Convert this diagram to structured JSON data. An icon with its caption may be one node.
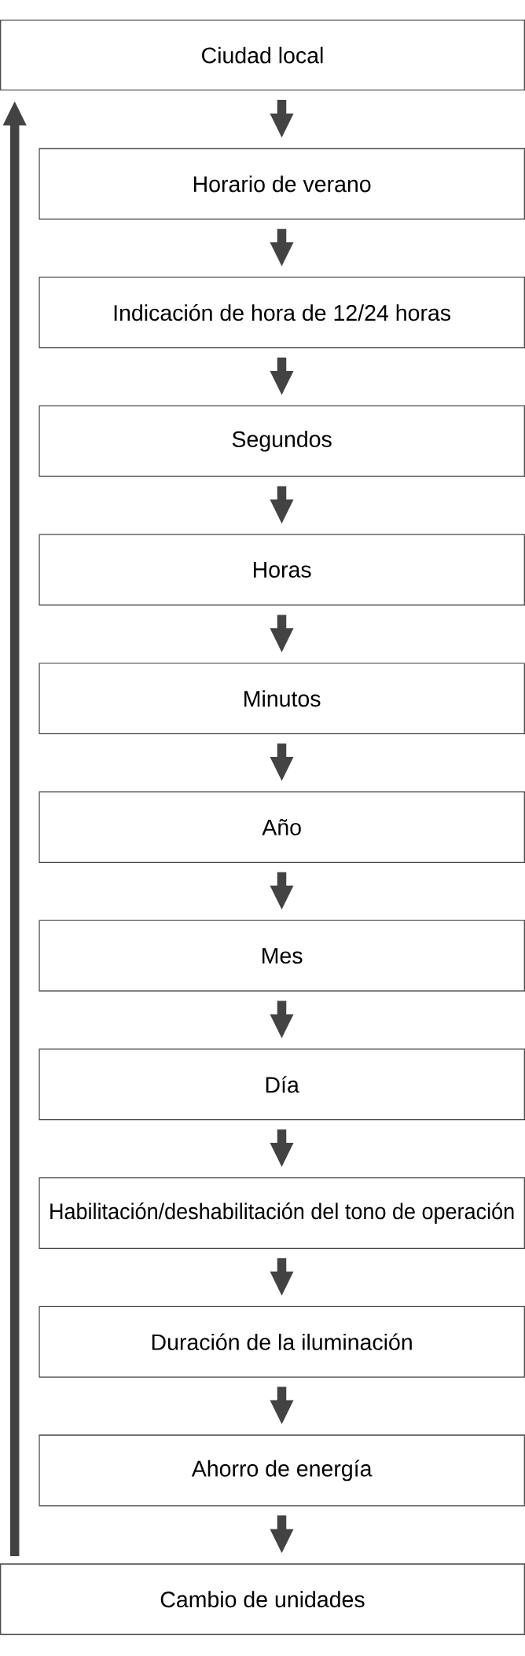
{
  "diagram": {
    "nodes": [
      {
        "text": [
          "Ciudad local"
        ]
      },
      {
        "text": [
          "Horario de verano"
        ]
      },
      {
        "text": [
          "Indicación de hora de 12/24 horas"
        ]
      },
      {
        "text": [
          "Segundos"
        ]
      },
      {
        "text": [
          "Horas"
        ]
      },
      {
        "text": [
          "Minutos"
        ]
      },
      {
        "text": [
          "Año"
        ]
      },
      {
        "text": [
          "Mes"
        ]
      },
      {
        "text": [
          "Día"
        ]
      },
      {
        "text": [
          "Habilitación/deshabilitación del tono de operación"
        ]
      },
      {
        "text": [
          "Duración de la iluminación"
        ]
      },
      {
        "text": [
          "Ahorro de energía"
        ]
      },
      {
        "text": [
          "Cambio de unidades"
        ]
      }
    ],
    "edges": [
      {
        "from": 0,
        "to": 1,
        "arrow": "to"
      },
      {
        "from": 1,
        "to": 2,
        "arrow": "to"
      },
      {
        "from": 2,
        "to": 3,
        "arrow": "to"
      },
      {
        "from": 3,
        "to": 4,
        "arrow": "to"
      },
      {
        "from": 4,
        "to": 5,
        "arrow": "to"
      },
      {
        "from": 5,
        "to": 6,
        "arrow": "to"
      },
      {
        "from": 6,
        "to": 7,
        "arrow": "to"
      },
      {
        "from": 7,
        "to": 8,
        "arrow": "to"
      },
      {
        "from": 8,
        "to": 9,
        "arrow": "to"
      },
      {
        "from": 9,
        "to": 10,
        "arrow": "to"
      },
      {
        "from": 10,
        "to": 11,
        "arrow": "to"
      },
      {
        "from": 11,
        "to": 12,
        "arrow": "to"
      },
      {
        "from": 12,
        "to": 0,
        "arrow": "to"
      }
    ]
  }
}
